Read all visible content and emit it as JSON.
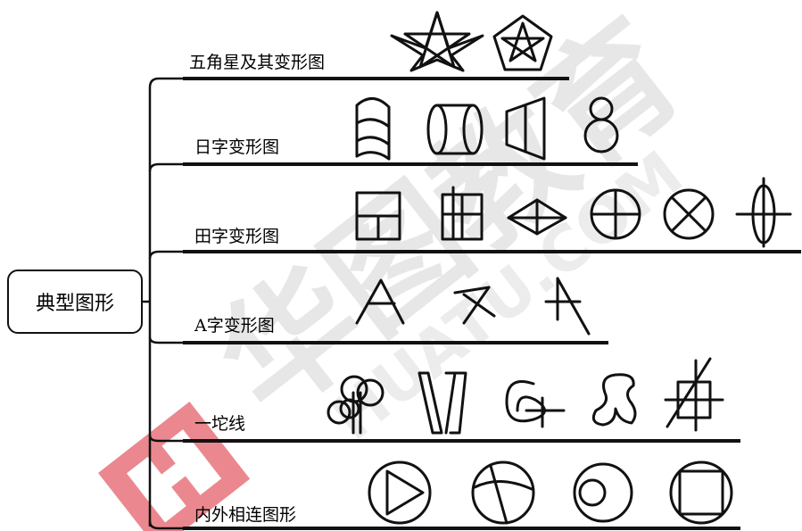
{
  "root": {
    "label": "典型图形"
  },
  "branches": [
    {
      "label": "五角星及其变形图"
    },
    {
      "label": "日字变形图"
    },
    {
      "label": "田字变形图"
    },
    {
      "label": "A字变形图"
    },
    {
      "label": "一坨线"
    },
    {
      "label": "内外相连图形"
    }
  ],
  "watermark": {
    "text": "华图教育",
    "url": "HUATU.COM",
    "color": "#d9d9d9",
    "logo_color": "#e8737b"
  },
  "colors": {
    "line": "#111111",
    "background": "#ffffff"
  }
}
